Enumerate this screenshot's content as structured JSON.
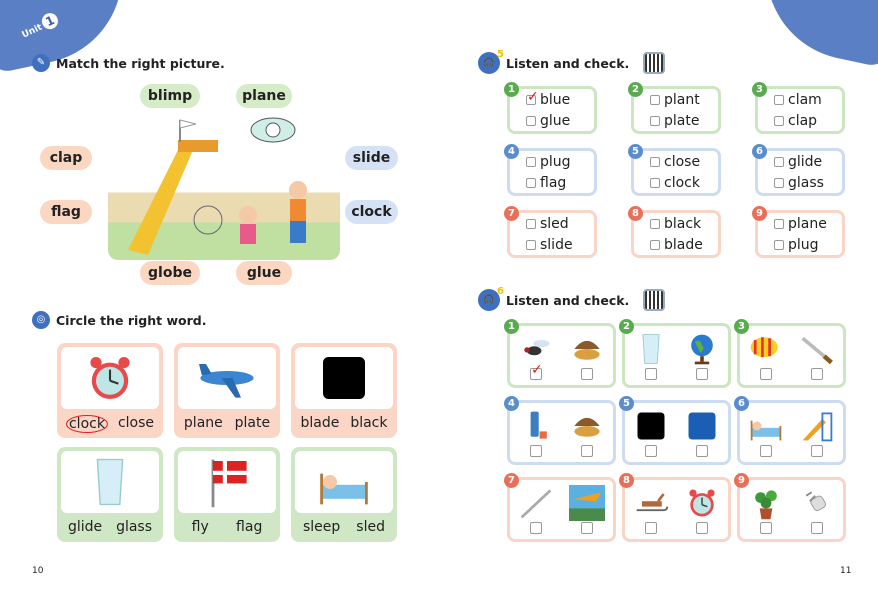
{
  "header": {
    "unit_label": "Unit",
    "unit_number": "1"
  },
  "left": {
    "match": {
      "title": "Match the right picture.",
      "labels": {
        "blimp": "blimp",
        "plane": "plane",
        "clap": "clap",
        "flag": "flag",
        "slide": "slide",
        "clock": "clock",
        "globe": "globe",
        "glue": "glue"
      }
    },
    "circle": {
      "title": "Circle the right word.",
      "cards": [
        {
          "picture": "clock",
          "words": [
            "clock",
            "close"
          ],
          "circled": 0
        },
        {
          "picture": "plane",
          "words": [
            "plane",
            "plate"
          ],
          "circled": null
        },
        {
          "picture": "black-square",
          "words": [
            "blade",
            "black"
          ],
          "circled": null
        },
        {
          "picture": "glass",
          "words": [
            "glide",
            "glass"
          ],
          "circled": null
        },
        {
          "picture": "flag",
          "words": [
            "fly",
            "flag"
          ],
          "circled": null
        },
        {
          "picture": "sleep",
          "words": [
            "sleep",
            "sled"
          ],
          "circled": null
        }
      ]
    },
    "page_number": "10"
  },
  "right": {
    "listen1": {
      "title": "Listen and check.",
      "track": "5",
      "items": [
        {
          "n": "1",
          "words": [
            "blue",
            "glue"
          ],
          "checked": 0
        },
        {
          "n": "2",
          "words": [
            "plant",
            "plate"
          ],
          "checked": null
        },
        {
          "n": "3",
          "words": [
            "clam",
            "clap"
          ],
          "checked": null
        },
        {
          "n": "4",
          "words": [
            "plug",
            "flag"
          ],
          "checked": null
        },
        {
          "n": "5",
          "words": [
            "close",
            "clock"
          ],
          "checked": null
        },
        {
          "n": "6",
          "words": [
            "glide",
            "glass"
          ],
          "checked": null
        },
        {
          "n": "7",
          "words": [
            "sled",
            "slide"
          ],
          "checked": null
        },
        {
          "n": "8",
          "words": [
            "black",
            "blade"
          ],
          "checked": null
        },
        {
          "n": "9",
          "words": [
            "plane",
            "plug"
          ],
          "checked": null
        }
      ]
    },
    "listen2": {
      "title": "Listen and check.",
      "track": "6",
      "items": [
        {
          "n": "1",
          "pictures": [
            "fly",
            "clam"
          ],
          "checked": 0
        },
        {
          "n": "2",
          "pictures": [
            "glass",
            "globe"
          ],
          "checked": null
        },
        {
          "n": "3",
          "pictures": [
            "blimp",
            "blade"
          ],
          "checked": null
        },
        {
          "n": "4",
          "pictures": [
            "glue",
            "clam"
          ],
          "checked": null
        },
        {
          "n": "5",
          "pictures": [
            "black-square",
            "blue-square"
          ],
          "checked": null
        },
        {
          "n": "6",
          "pictures": [
            "sleep",
            "slide"
          ],
          "checked": null
        },
        {
          "n": "7",
          "pictures": [
            "stick",
            "glider"
          ],
          "checked": null
        },
        {
          "n": "8",
          "pictures": [
            "sled",
            "clock"
          ],
          "checked": null
        },
        {
          "n": "9",
          "pictures": [
            "plant",
            "plug"
          ],
          "checked": null
        }
      ]
    },
    "page_number": "11"
  },
  "colors": {
    "green": "#5aaa50",
    "blue": "#5b8ccc",
    "pink": "#e8705a",
    "check": "#e11111"
  }
}
